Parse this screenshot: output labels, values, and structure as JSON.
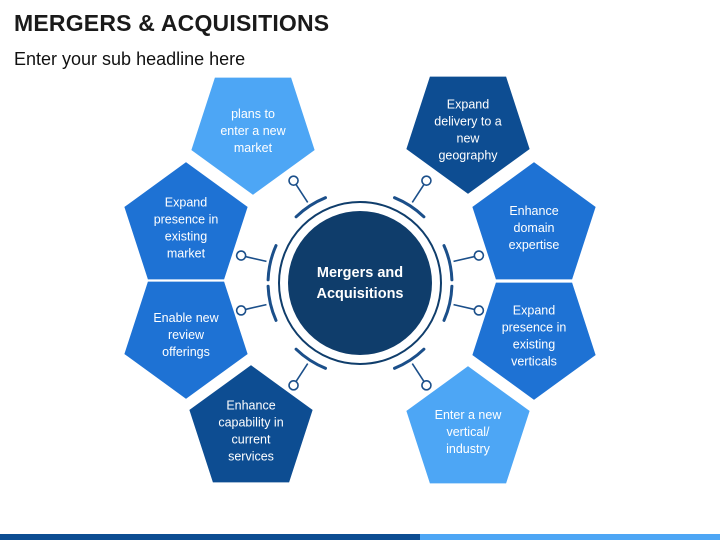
{
  "slide": {
    "title": "MERGERS & ACQUISITIONS",
    "subtitle": "Enter your sub headline here"
  },
  "center": {
    "lines": [
      "Mergers and",
      "Acquisitions"
    ]
  },
  "colors": {
    "light": "#4da6f5",
    "medium": "#1e72d4",
    "dark": "#0d4d92",
    "center_fill": "#0f3d6b",
    "connector": "#1b4f8a"
  },
  "pentagons": [
    {
      "name": "plans-to-enter-new-market",
      "lines": [
        "plans to",
        "enter a new",
        "market"
      ],
      "tone": "light"
    },
    {
      "name": "expand-presence-existing-market",
      "lines": [
        "Expand",
        "presence in",
        "existing",
        "market"
      ],
      "tone": "medium"
    },
    {
      "name": "enable-new-review-offerings",
      "lines": [
        "Enable new",
        "review",
        "offerings"
      ],
      "tone": "medium"
    },
    {
      "name": "enhance-capability-current-services",
      "lines": [
        "Enhance",
        "capability in",
        "current",
        "services"
      ],
      "tone": "dark"
    },
    {
      "name": "expand-delivery-new-geography",
      "lines": [
        "Expand",
        "delivery to a",
        "new",
        "geography"
      ],
      "tone": "dark"
    },
    {
      "name": "enhance-domain-expertise",
      "lines": [
        "Enhance",
        "domain",
        "expertise"
      ],
      "tone": "medium"
    },
    {
      "name": "expand-presence-existing-verticals",
      "lines": [
        "Expand",
        "presence in",
        "existing",
        "verticals"
      ],
      "tone": "medium"
    },
    {
      "name": "enter-new-vertical-industry",
      "lines": [
        "Enter a new",
        "vertical/",
        "industry"
      ],
      "tone": "light"
    }
  ]
}
